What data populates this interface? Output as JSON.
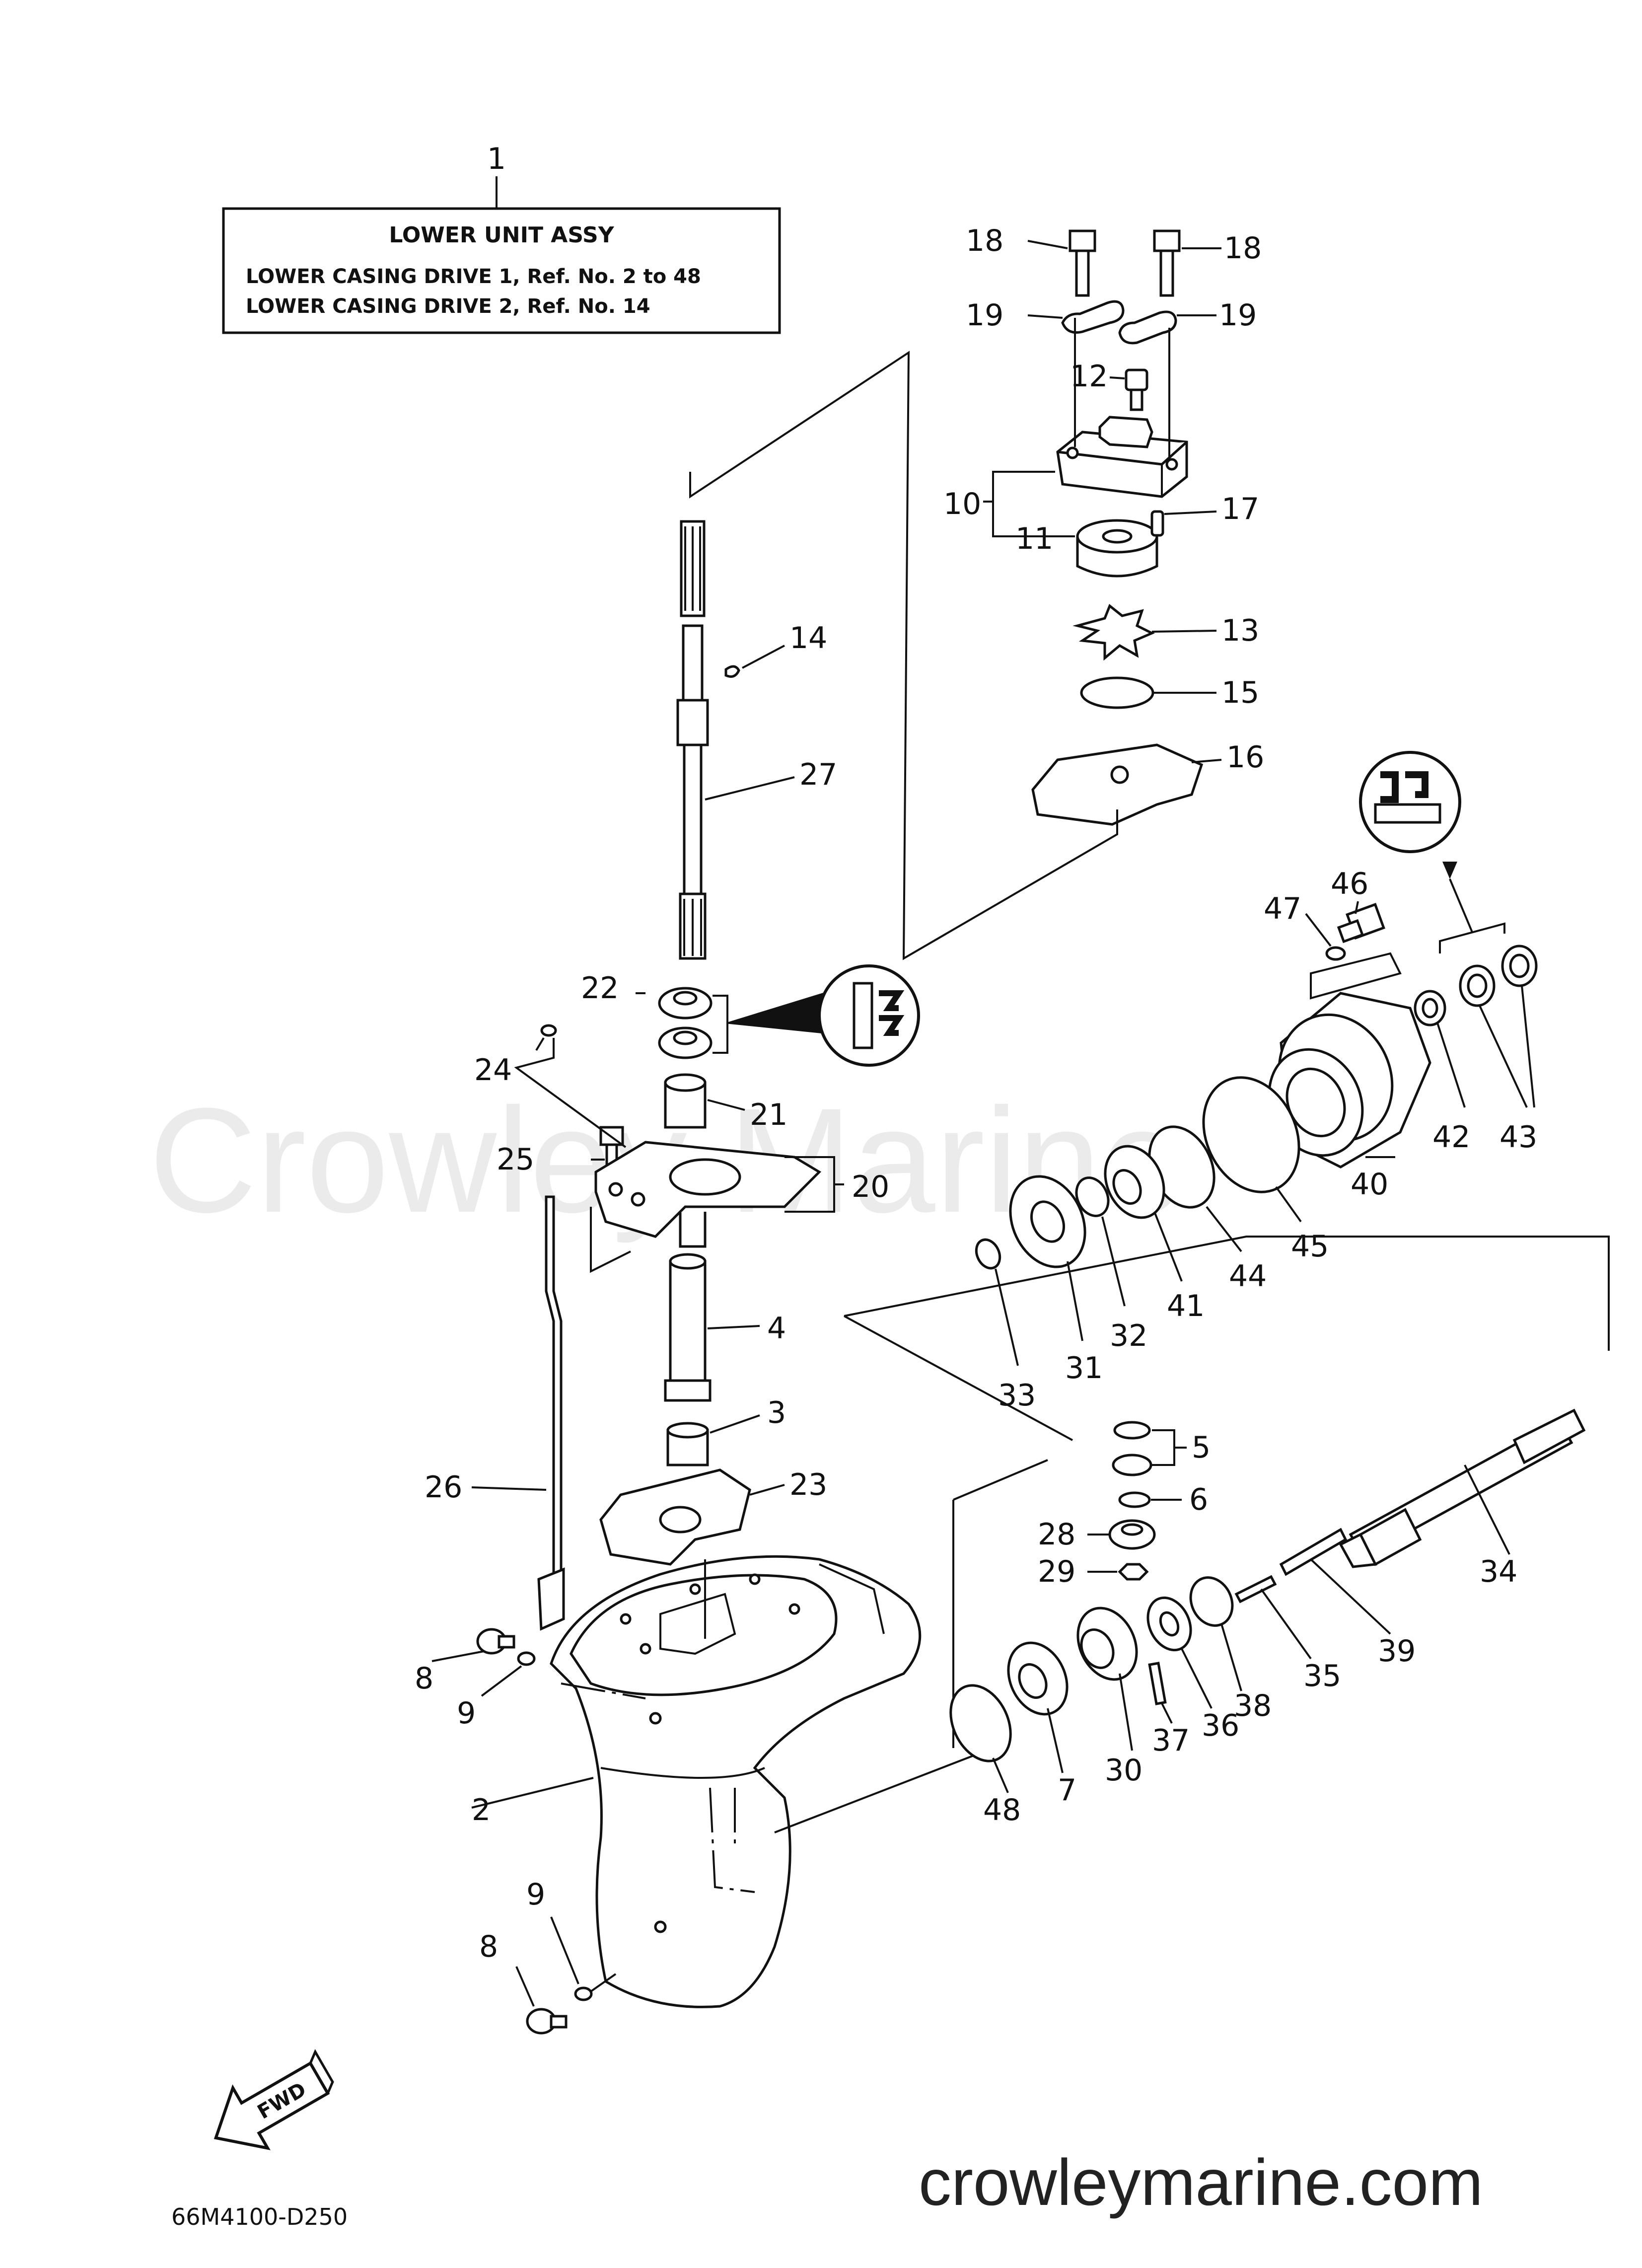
{
  "title_box": {
    "ref": "1",
    "title": "LOWER UNIT ASSY",
    "line1": "LOWER CASING DRIVE 1, Ref. No. 2 to 48",
    "line2": "LOWER CASING DRIVE 2, Ref. No. 14"
  },
  "callouts": [
    {
      "id": "c18a",
      "text": "18"
    },
    {
      "id": "c18b",
      "text": "18"
    },
    {
      "id": "c19a",
      "text": "19"
    },
    {
      "id": "c19b",
      "text": "19"
    },
    {
      "id": "c12",
      "text": "12"
    },
    {
      "id": "c10",
      "text": "10"
    },
    {
      "id": "c11",
      "text": "11"
    },
    {
      "id": "c17",
      "text": "17"
    },
    {
      "id": "c13",
      "text": "13"
    },
    {
      "id": "c15",
      "text": "15"
    },
    {
      "id": "c16",
      "text": "16"
    },
    {
      "id": "c14",
      "text": "14"
    },
    {
      "id": "c27",
      "text": "27"
    },
    {
      "id": "c46",
      "text": "46"
    },
    {
      "id": "c47",
      "text": "47"
    },
    {
      "id": "c43",
      "text": "43"
    },
    {
      "id": "c42",
      "text": "42"
    },
    {
      "id": "c40",
      "text": "40"
    },
    {
      "id": "c45",
      "text": "45"
    },
    {
      "id": "c44",
      "text": "44"
    },
    {
      "id": "c41",
      "text": "41"
    },
    {
      "id": "c32",
      "text": "32"
    },
    {
      "id": "c31",
      "text": "31"
    },
    {
      "id": "c33",
      "text": "33"
    },
    {
      "id": "c22",
      "text": "22"
    },
    {
      "id": "c24",
      "text": "24"
    },
    {
      "id": "c21",
      "text": "21"
    },
    {
      "id": "c20",
      "text": "20"
    },
    {
      "id": "c25",
      "text": "25"
    },
    {
      "id": "c4",
      "text": "4"
    },
    {
      "id": "c3",
      "text": "3"
    },
    {
      "id": "c26",
      "text": "26"
    },
    {
      "id": "c23",
      "text": "23"
    },
    {
      "id": "c5",
      "text": "5"
    },
    {
      "id": "c6",
      "text": "6"
    },
    {
      "id": "c28",
      "text": "28"
    },
    {
      "id": "c29",
      "text": "29"
    },
    {
      "id": "c34",
      "text": "34"
    },
    {
      "id": "c39",
      "text": "39"
    },
    {
      "id": "c35",
      "text": "35"
    },
    {
      "id": "c38",
      "text": "38"
    },
    {
      "id": "c36",
      "text": "36"
    },
    {
      "id": "c37",
      "text": "37"
    },
    {
      "id": "c30",
      "text": "30"
    },
    {
      "id": "c7",
      "text": "7"
    },
    {
      "id": "c48",
      "text": "48"
    },
    {
      "id": "c8a",
      "text": "8"
    },
    {
      "id": "c9a",
      "text": "9"
    },
    {
      "id": "c2",
      "text": "2"
    },
    {
      "id": "c9b",
      "text": "9"
    },
    {
      "id": "c8b",
      "text": "8"
    }
  ],
  "fwd_label": "FWD",
  "diagram_code": "66M4100-D250",
  "site_text": "crowleymarine.com",
  "watermark_text": "Crowley Marine",
  "colors": {
    "ink": "#111111",
    "watermark": "#ebebeb",
    "background": "#ffffff"
  }
}
